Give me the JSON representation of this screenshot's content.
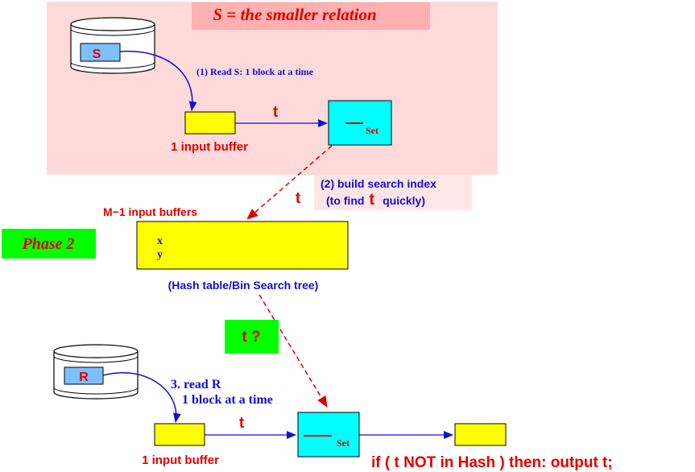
{
  "colors": {
    "red": "#e00000",
    "blue": "#1010d0",
    "yellow": "#ffff00",
    "cyan": "#00ffff",
    "green": "#00ff00",
    "pink_bg": "#ffdada",
    "title_bg": "#ffb0b0",
    "note_bg": "#ffe6e6",
    "disk_label": "#7cc0ff"
  },
  "phase1": {
    "title": "S = the smaller relation",
    "disk_label": "S",
    "read_note": "(1) Read S: 1 block at a time",
    "input_buffer_label": "1 input buffer",
    "tuple_arrow_label": "t",
    "set_label": "Set",
    "build_note_line1": "(2) build search index",
    "build_note_line2a": "(to find",
    "build_note_t": "t",
    "build_note_line2b": "quickly)",
    "dashed_arrow_label": "t"
  },
  "middle": {
    "buffers_label": "M−1 input buffers",
    "phase2_label": "Phase 2",
    "buffer_x": "x",
    "buffer_y": "y",
    "structure_label": "(Hash table/Bin Search tree)",
    "probe_label": "t ?"
  },
  "phase2": {
    "disk_label": "R",
    "read_line1": "3. read R",
    "read_line2": "1 block at a time",
    "input_buffer_label": "1 input buffer",
    "tuple_arrow_label": "t",
    "set_label": "Set",
    "output_condition": "if ( t NOT in Hash ) then: output t;"
  }
}
